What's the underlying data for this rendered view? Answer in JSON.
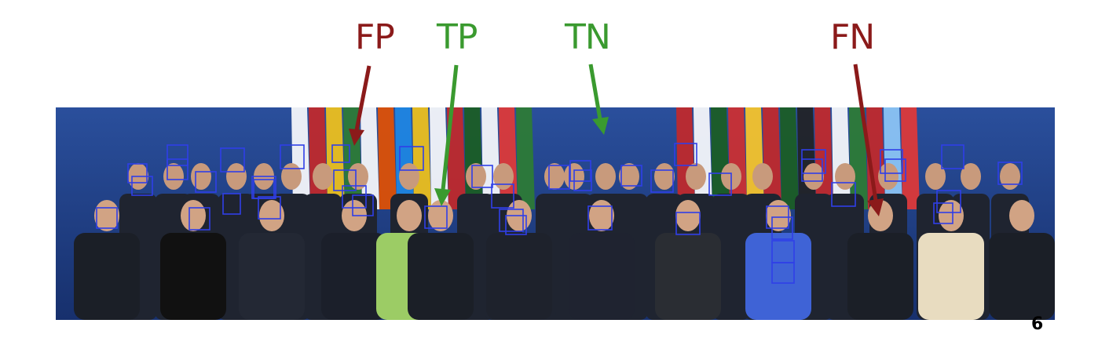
{
  "labels": {
    "fp": "FP",
    "tp": "TP",
    "tn": "TN",
    "fn": "FN"
  },
  "colors": {
    "false_label": "#8b1a1a",
    "true_label": "#3a9a2f",
    "detection_box": "#2f3fe8",
    "backdrop": "#1d3e8a"
  },
  "page_number": "6"
}
